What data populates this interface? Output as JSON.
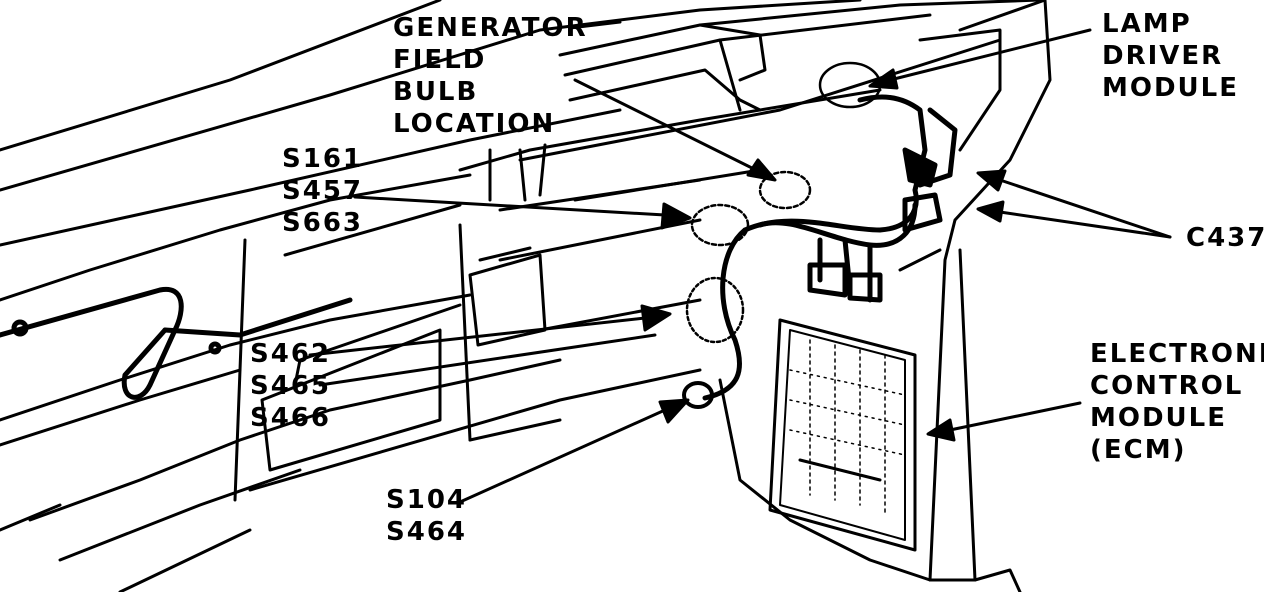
{
  "labels": {
    "generator": [
      "GENERATOR",
      "FIELD",
      "BULB",
      "LOCATION"
    ],
    "lamp_driver": [
      "LAMP",
      "DRIVER",
      "MODULE"
    ],
    "splices_top": [
      "S161",
      "S457",
      "S663"
    ],
    "connector": [
      "C437"
    ],
    "splices_mid": [
      "S462",
      "S465",
      "S466"
    ],
    "ecm": [
      "ELECTRONIC",
      "CONTROL",
      "MODULE",
      "(ECM)"
    ],
    "splices_bottom": [
      "S104",
      "S464"
    ]
  },
  "colors": {
    "ink": "#000000",
    "paper": "#ffffff"
  }
}
